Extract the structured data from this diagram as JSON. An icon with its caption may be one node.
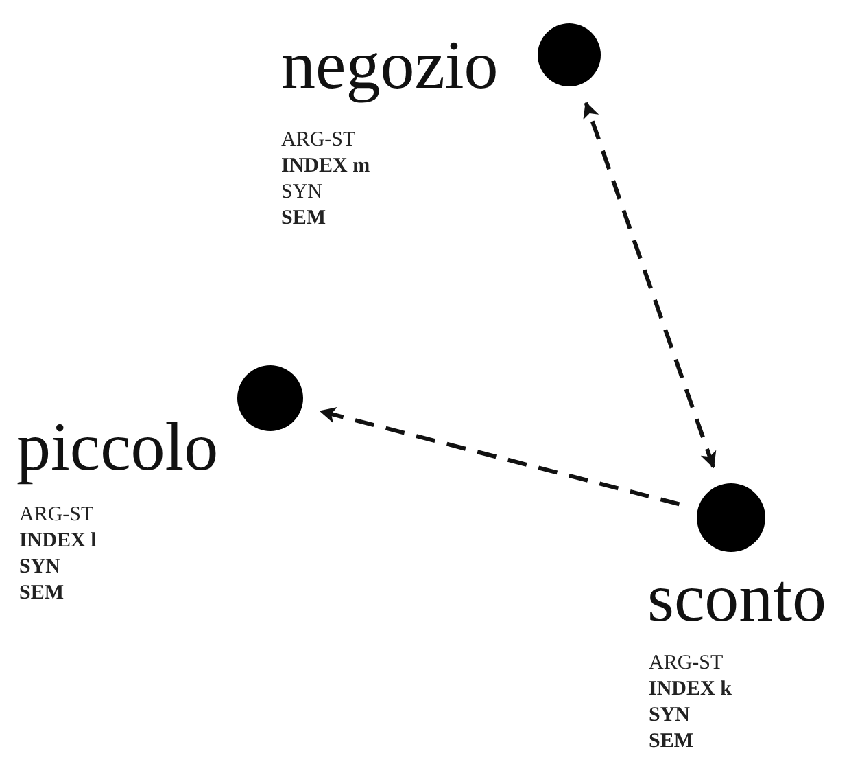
{
  "diagram": {
    "nodes": [
      {
        "text": [],
        "shape": "circle",
        "beside": [
          "negozio",
          "ARG-ST",
          "**INDEX m**",
          "SYN",
          "**SEM**"
        ]
      },
      {
        "text": [],
        "shape": "circle",
        "beside": [
          "piccolo",
          "ARG-ST",
          "**INDEX l**",
          "**SYN**",
          "**SEM**"
        ]
      },
      {
        "text": [],
        "shape": "circle",
        "beside": [
          "sconto",
          "ARG-ST",
          "**INDEX k**",
          "**SYN**",
          "**SEM**"
        ]
      }
    ],
    "edges": [
      {
        "from": 2,
        "to": 0,
        "arrow": "both",
        "style": "dashed"
      },
      {
        "from": 2,
        "to": 1,
        "arrow": "to",
        "style": "dashed"
      }
    ]
  }
}
